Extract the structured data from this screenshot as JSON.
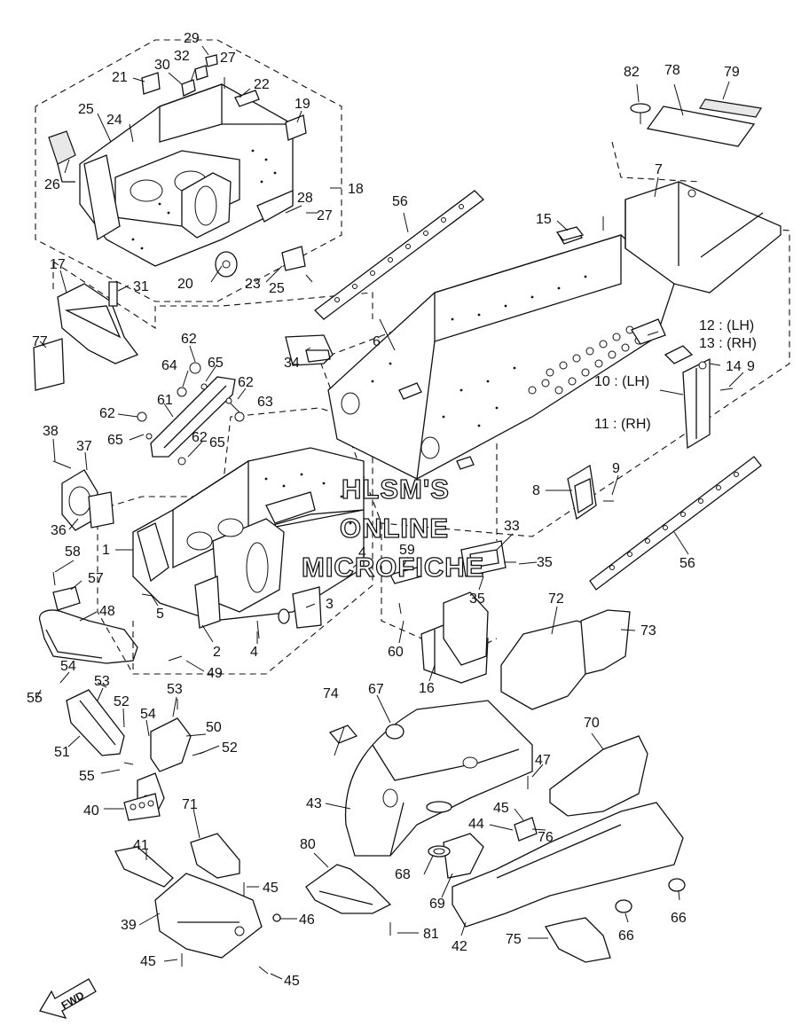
{
  "watermark": {
    "line1": "HLSM'S",
    "line2": "ONLINE",
    "line3": "MICROFICHE"
  },
  "direction_arrow": {
    "label": "FWD",
    "icon": "fwd-arrow-icon"
  },
  "callouts": [
    {
      "id": "c29",
      "text": "29"
    },
    {
      "id": "c32",
      "text": "32"
    },
    {
      "id": "c30",
      "text": "30"
    },
    {
      "id": "c27a",
      "text": "27"
    },
    {
      "id": "c21",
      "text": "21"
    },
    {
      "id": "c22",
      "text": "22"
    },
    {
      "id": "c25a",
      "text": "25"
    },
    {
      "id": "c24",
      "text": "24"
    },
    {
      "id": "c19",
      "text": "19"
    },
    {
      "id": "c26",
      "text": "26"
    },
    {
      "id": "c18",
      "text": "18"
    },
    {
      "id": "c28",
      "text": "28"
    },
    {
      "id": "c27b",
      "text": "27"
    },
    {
      "id": "c20",
      "text": "20"
    },
    {
      "id": "c23",
      "text": "23"
    },
    {
      "id": "c25b",
      "text": "25"
    },
    {
      "id": "c56a",
      "text": "56"
    },
    {
      "id": "c82",
      "text": "82"
    },
    {
      "id": "c78",
      "text": "78"
    },
    {
      "id": "c79",
      "text": "79"
    },
    {
      "id": "c7",
      "text": "7"
    },
    {
      "id": "c15",
      "text": "15"
    },
    {
      "id": "c6",
      "text": "6"
    },
    {
      "id": "c12",
      "text": "12 : (LH)"
    },
    {
      "id": "c13",
      "text": "13 : (RH)"
    },
    {
      "id": "c14",
      "text": "14"
    },
    {
      "id": "c9a",
      "text": "9"
    },
    {
      "id": "c10",
      "text": "10 : (LH)"
    },
    {
      "id": "c11",
      "text": "11 : (RH)"
    },
    {
      "id": "c17",
      "text": "17"
    },
    {
      "id": "c31",
      "text": "31"
    },
    {
      "id": "c77",
      "text": "77"
    },
    {
      "id": "c62a",
      "text": "62"
    },
    {
      "id": "c64",
      "text": "64"
    },
    {
      "id": "c65a",
      "text": "65"
    },
    {
      "id": "c62b",
      "text": "62"
    },
    {
      "id": "c63",
      "text": "63"
    },
    {
      "id": "c61",
      "text": "61"
    },
    {
      "id": "c62c",
      "text": "62"
    },
    {
      "id": "c65b",
      "text": "65"
    },
    {
      "id": "c62d",
      "text": "62"
    },
    {
      "id": "c65c",
      "text": "65"
    },
    {
      "id": "c34",
      "text": "34"
    },
    {
      "id": "c38",
      "text": "38"
    },
    {
      "id": "c37",
      "text": "37"
    },
    {
      "id": "c36",
      "text": "36"
    },
    {
      "id": "c1",
      "text": "1"
    },
    {
      "id": "c58",
      "text": "58"
    },
    {
      "id": "c57",
      "text": "57"
    },
    {
      "id": "c5",
      "text": "5"
    },
    {
      "id": "c48",
      "text": "48"
    },
    {
      "id": "c2",
      "text": "2"
    },
    {
      "id": "c3",
      "text": "3"
    },
    {
      "id": "c4a",
      "text": "4"
    },
    {
      "id": "c4b",
      "text": "4"
    },
    {
      "id": "c59",
      "text": "59"
    },
    {
      "id": "c33",
      "text": "33"
    },
    {
      "id": "c35a",
      "text": "35"
    },
    {
      "id": "c35b",
      "text": "35"
    },
    {
      "id": "c8",
      "text": "8"
    },
    {
      "id": "c9b",
      "text": "9"
    },
    {
      "id": "c56b",
      "text": "56"
    },
    {
      "id": "c72",
      "text": "72"
    },
    {
      "id": "c73",
      "text": "73"
    },
    {
      "id": "c60",
      "text": "60"
    },
    {
      "id": "c16",
      "text": "16"
    },
    {
      "id": "c49",
      "text": "49"
    },
    {
      "id": "c54a",
      "text": "54"
    },
    {
      "id": "c55a",
      "text": "55"
    },
    {
      "id": "c53a",
      "text": "53"
    },
    {
      "id": "c52a",
      "text": "52"
    },
    {
      "id": "c53b",
      "text": "53"
    },
    {
      "id": "c51",
      "text": "51"
    },
    {
      "id": "c54b",
      "text": "54"
    },
    {
      "id": "c50",
      "text": "50"
    },
    {
      "id": "c52b",
      "text": "52"
    },
    {
      "id": "c55b",
      "text": "55"
    },
    {
      "id": "c40",
      "text": "40"
    },
    {
      "id": "c74",
      "text": "74"
    },
    {
      "id": "c67",
      "text": "67"
    },
    {
      "id": "c70",
      "text": "70"
    },
    {
      "id": "c47",
      "text": "47"
    },
    {
      "id": "c43",
      "text": "43"
    },
    {
      "id": "c45a",
      "text": "45"
    },
    {
      "id": "c44",
      "text": "44"
    },
    {
      "id": "c76",
      "text": "76"
    },
    {
      "id": "c71",
      "text": "71"
    },
    {
      "id": "c41",
      "text": "41"
    },
    {
      "id": "c80",
      "text": "80"
    },
    {
      "id": "c68",
      "text": "68"
    },
    {
      "id": "c69",
      "text": "69"
    },
    {
      "id": "c45b",
      "text": "45"
    },
    {
      "id": "c46",
      "text": "46"
    },
    {
      "id": "c39",
      "text": "39"
    },
    {
      "id": "c81",
      "text": "81"
    },
    {
      "id": "c42",
      "text": "42"
    },
    {
      "id": "c66a",
      "text": "66"
    },
    {
      "id": "c66b",
      "text": "66"
    },
    {
      "id": "c75",
      "text": "75"
    },
    {
      "id": "c45c",
      "text": "45"
    },
    {
      "id": "c45d",
      "text": "45"
    }
  ]
}
